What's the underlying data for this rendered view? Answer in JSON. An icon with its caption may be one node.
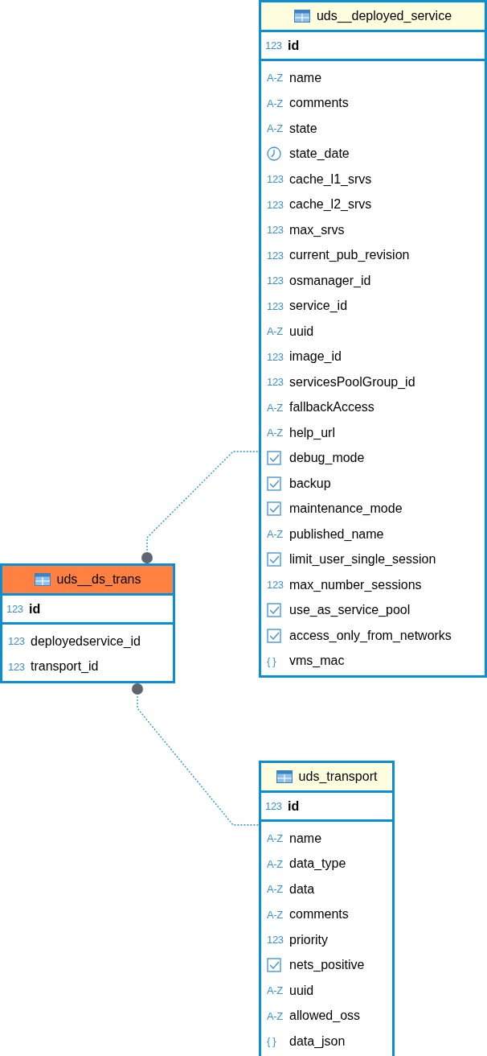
{
  "diagram": {
    "nodes": [
      {
        "text": [
          "uds__deployed_service"
        ]
      },
      {
        "text": [
          "123",
          "id"
        ],
        "in": 0
      },
      {
        "text": [
          "A-Z",
          "name"
        ],
        "in": 0
      },
      {
        "text": [
          "A-Z",
          "comments"
        ],
        "in": 0
      },
      {
        "text": [
          "A-Z",
          "state"
        ],
        "in": 0
      },
      {
        "text": [
          "state_date"
        ],
        "in": 0
      },
      {
        "text": [
          "123",
          "cache_l1_srvs"
        ],
        "in": 0
      },
      {
        "text": [
          "123",
          "cache_l2_srvs"
        ],
        "in": 0
      },
      {
        "text": [
          "123",
          "max_srvs"
        ],
        "in": 0
      },
      {
        "text": [
          "123",
          "current_pub_revision"
        ],
        "in": 0
      },
      {
        "text": [
          "123",
          "osmanager_id"
        ],
        "in": 0
      },
      {
        "text": [
          "123",
          "service_id"
        ],
        "in": 0
      },
      {
        "text": [
          "A-Z",
          "uuid"
        ],
        "in": 0
      },
      {
        "text": [
          "123",
          "image_id"
        ],
        "in": 0
      },
      {
        "text": [
          "123",
          "servicesPoolGroup_id"
        ],
        "in": 0
      },
      {
        "text": [
          "A-Z",
          "fallbackAccess"
        ],
        "in": 0
      },
      {
        "text": [
          "A-Z",
          "help_url"
        ],
        "in": 0
      },
      {
        "text": [
          "debug_mode"
        ],
        "in": 0
      },
      {
        "text": [
          "backup"
        ],
        "in": 0
      },
      {
        "text": [
          "maintenance_mode"
        ],
        "in": 0
      },
      {
        "text": [
          "A-Z",
          "published_name"
        ],
        "in": 0
      },
      {
        "text": [
          "limit_user_single_session"
        ],
        "in": 0
      },
      {
        "text": [
          "123",
          "max_number_sessions"
        ],
        "in": 0
      },
      {
        "text": [
          "use_as_service_pool"
        ],
        "in": 0
      },
      {
        "text": [
          "access_only_from_networks"
        ],
        "in": 0
      },
      {
        "text": [
          "{ }",
          "vms_mac"
        ],
        "in": 0
      },
      {
        "text": [
          "uds__ds_trans"
        ]
      },
      {
        "text": [
          "123",
          "id"
        ],
        "in": 26
      },
      {
        "text": [
          "123",
          "deployedservice_id"
        ],
        "in": 26
      },
      {
        "text": [
          "123",
          "transport_id"
        ],
        "in": 26
      },
      {
        "text": [
          "uds_transport"
        ]
      },
      {
        "text": [
          "123",
          "id"
        ],
        "in": 30
      },
      {
        "text": [
          "A-Z",
          "name"
        ],
        "in": 30
      },
      {
        "text": [
          "A-Z",
          "data_type"
        ],
        "in": 30
      },
      {
        "text": [
          "A-Z",
          "data"
        ],
        "in": 30
      },
      {
        "text": [
          "A-Z",
          "comments"
        ],
        "in": 30
      },
      {
        "text": [
          "123",
          "priority"
        ],
        "in": 30
      },
      {
        "text": [
          "nets_positive"
        ],
        "in": 30
      },
      {
        "text": [
          "A-Z",
          "uuid"
        ],
        "in": 30
      },
      {
        "text": [
          "A-Z",
          "allowed_oss"
        ],
        "in": 30
      },
      {
        "text": [
          "{ }",
          "data_json"
        ],
        "in": 30
      }
    ],
    "edges": [
      {
        "from": 26,
        "to": 0,
        "arrow": "other",
        "style": "dashed"
      },
      {
        "from": 26,
        "to": 30,
        "arrow": "other",
        "style": "dashed"
      }
    ]
  }
}
